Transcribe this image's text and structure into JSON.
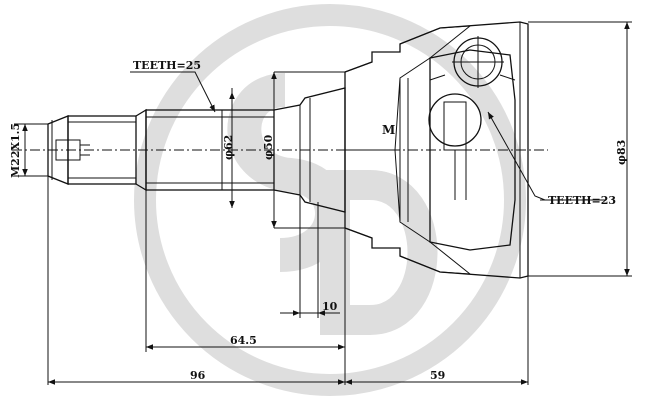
{
  "labels": {
    "teeth_outer": "TEETH=25",
    "teeth_inner": "TEETH=23",
    "thread": "M22X1.5",
    "dia_62": "φ62",
    "dia_50": "φ50",
    "dia_83": "φ83",
    "marker_m": "M",
    "dim_10": "10",
    "dim_64_5": "64.5",
    "dim_96": "96",
    "dim_59": "59"
  },
  "watermark": {
    "letters": "SD",
    "color": "#d9d9d9"
  }
}
